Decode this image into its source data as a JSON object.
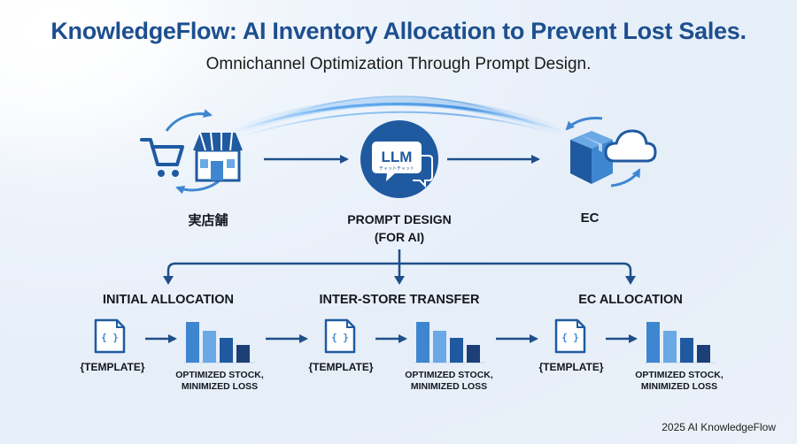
{
  "header": {
    "title": "KnowledgeFlow: AI Inventory Allocation to Prevent Lost Sales.",
    "subtitle": "Omnichannel Optimization Through Prompt Design."
  },
  "flow": {
    "store_label": "実店舗",
    "llm_icon_text": "LLM",
    "llm_icon_subtext": "チャットチャット",
    "prompt_label_line1": "PROMPT DESIGN",
    "prompt_label_line2": "(FOR AI)",
    "ec_label": "EC"
  },
  "sections": [
    {
      "title": "INITIAL ALLOCATION",
      "template_label": "{TEMPLATE}",
      "result_line1": "OPTIMIZED STOCK,",
      "result_line2": "MINIMIZED LOSS"
    },
    {
      "title": "INTER-STORE TRANSFER",
      "template_label": "{TEMPLATE}",
      "result_line1": "OPTIMIZED STOCK,",
      "result_line2": "MINIMIZED LOSS"
    },
    {
      "title": "EC ALLOCATION",
      "template_label": "{TEMPLATE}",
      "result_line1": "OPTIMIZED STOCK,",
      "result_line2": "MINIMIZED LOSS"
    }
  ],
  "template_icon_text": "{ }",
  "footer": "2025 AI KnowledgeFlow",
  "colors": {
    "title": "#1d4f8f",
    "icon_dark": "#1f5aa0",
    "icon_mid": "#3f86d0",
    "icon_light": "#6aa8e6",
    "bar_dark": "#1d3f78"
  }
}
